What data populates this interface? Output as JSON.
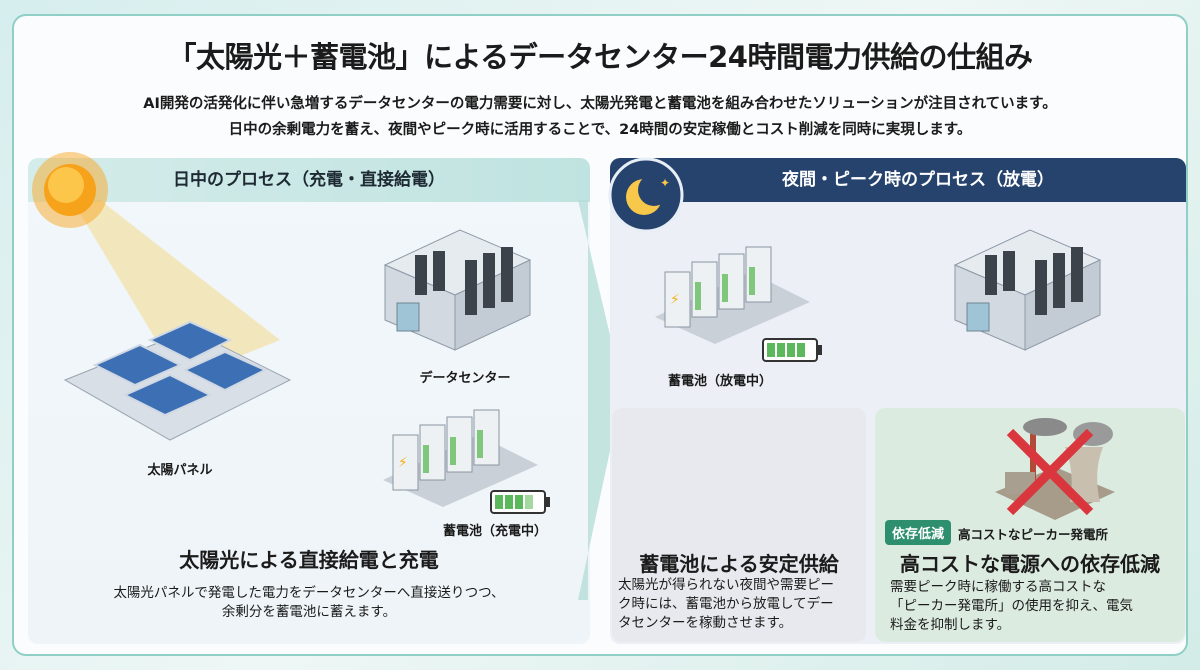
{
  "title": "「太陽光＋蓄電池」によるデータセンター24時間電力供給の仕組み",
  "subtitle": [
    "AI開発の活発化に伴い急増するデータセンターの電力需要に対し、太陽光発電と蓄電池を組み合わせたソリューションが注目されています。",
    "日中の余剰電力を蓄え、夜間やピーク時に活用することで、24時間の安定稼働とコスト削減を同時に実現します。"
  ],
  "day": {
    "header": "日中のプロセス（充電・直接給電）",
    "solar_label": "太陽パネル",
    "datacenter_label": "データセンター",
    "battery_label": "蓄電池（充電中）",
    "heading": "太陽光による直接給電と充電",
    "desc": [
      "太陽光パネルで発電した電力をデータセンターへ直接送りつつ、",
      "余剰分を蓄電池に蓄えます。"
    ]
  },
  "night": {
    "header": "夜間・ピーク時のプロセス（放電）",
    "battery_label": "蓄電池（放電中）",
    "stable": {
      "heading": "蓄電池による安定供給",
      "desc": [
        "太陽光が得られない夜間や需要ピー",
        "ク時には、蓄電池から放電してデー",
        "タセンターを稼動させます。"
      ]
    },
    "peaker": {
      "badge": "依存低減",
      "plant_label": "高コストなピーカー発電所",
      "heading": "高コストな電源への依存低減",
      "desc": [
        "需要ピーク時に稼働する高コストな",
        "「ピーカー発電所」の使用を抑え、電気",
        "料金を抑制します。"
      ]
    }
  },
  "colors": {
    "accent_teal": "#8fcfc6",
    "night_navy": "#26436d",
    "badge_green": "#2e8f6e",
    "battery_green": "#5cb85c"
  }
}
